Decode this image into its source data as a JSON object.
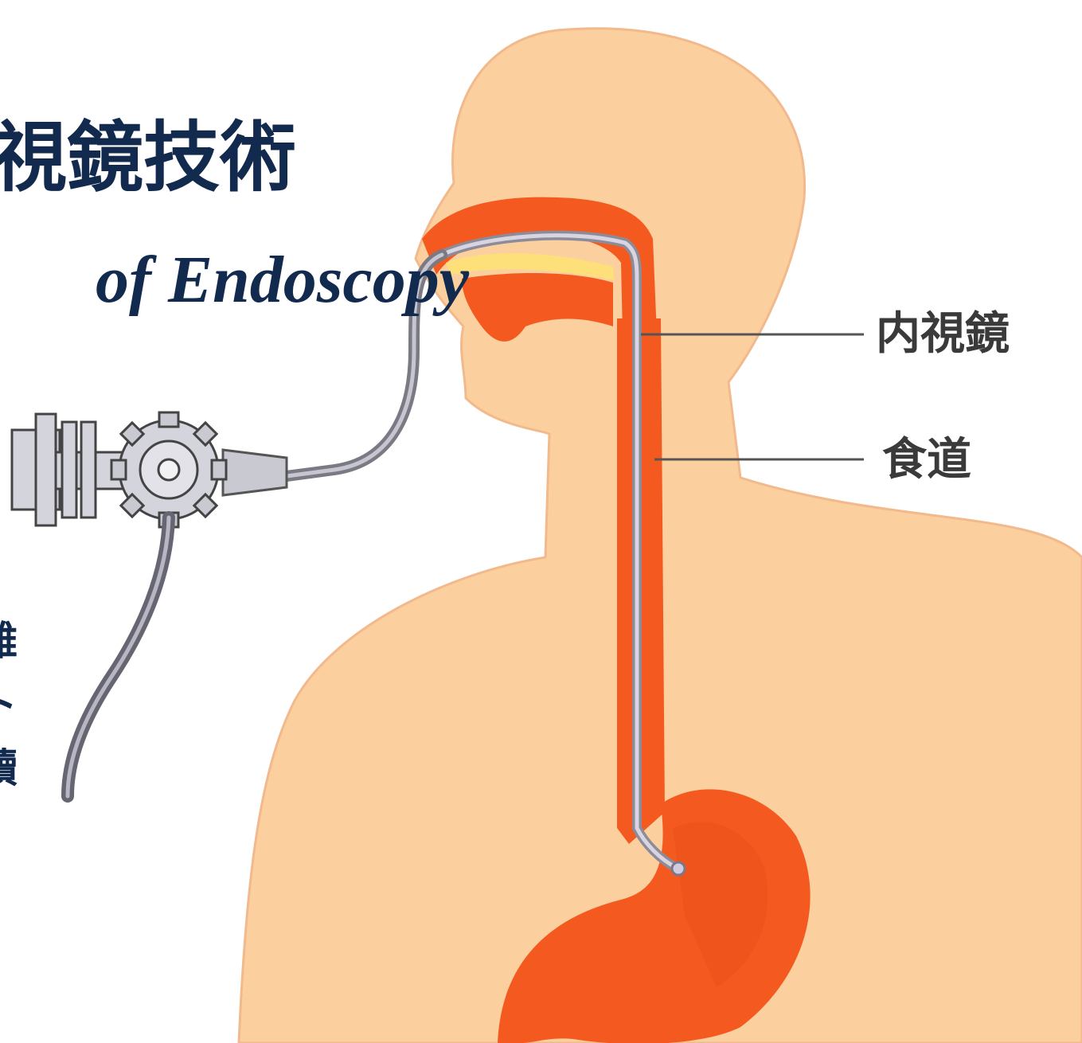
{
  "title": {
    "zh": "視鏡技術",
    "en": "of Endoscopy"
  },
  "side_text": [
    "雜",
    "ト",
    "讀"
  ],
  "labels": {
    "endoscope": "内視鏡",
    "esophagus": "食道"
  },
  "colors": {
    "skin": "#fccf9f",
    "skin_edge": "#f2b98c",
    "organ": "#f45a20",
    "organ_dark": "#e24a17",
    "throat_highlight": "#fde07a",
    "scope_tube": "#b7b3c3",
    "title_text": "#132a4f",
    "label_text": "#3a3a3a"
  }
}
